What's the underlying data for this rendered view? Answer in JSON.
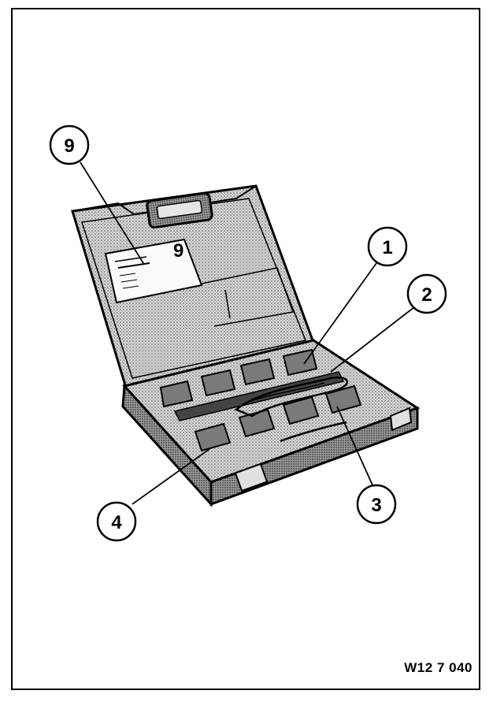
{
  "figure": {
    "code": "W12 7 040",
    "callouts": [
      {
        "id": "callout-9",
        "label": "9"
      },
      {
        "id": "callout-1",
        "label": "1"
      },
      {
        "id": "callout-2",
        "label": "2"
      },
      {
        "id": "callout-3",
        "label": "3"
      },
      {
        "id": "callout-4",
        "label": "4"
      }
    ],
    "card_label": "9",
    "colors": {
      "ink": "#000000",
      "case_fill": "#b8b8b8",
      "case_dark": "#6e6e6e",
      "paper": "#ffffff"
    }
  }
}
